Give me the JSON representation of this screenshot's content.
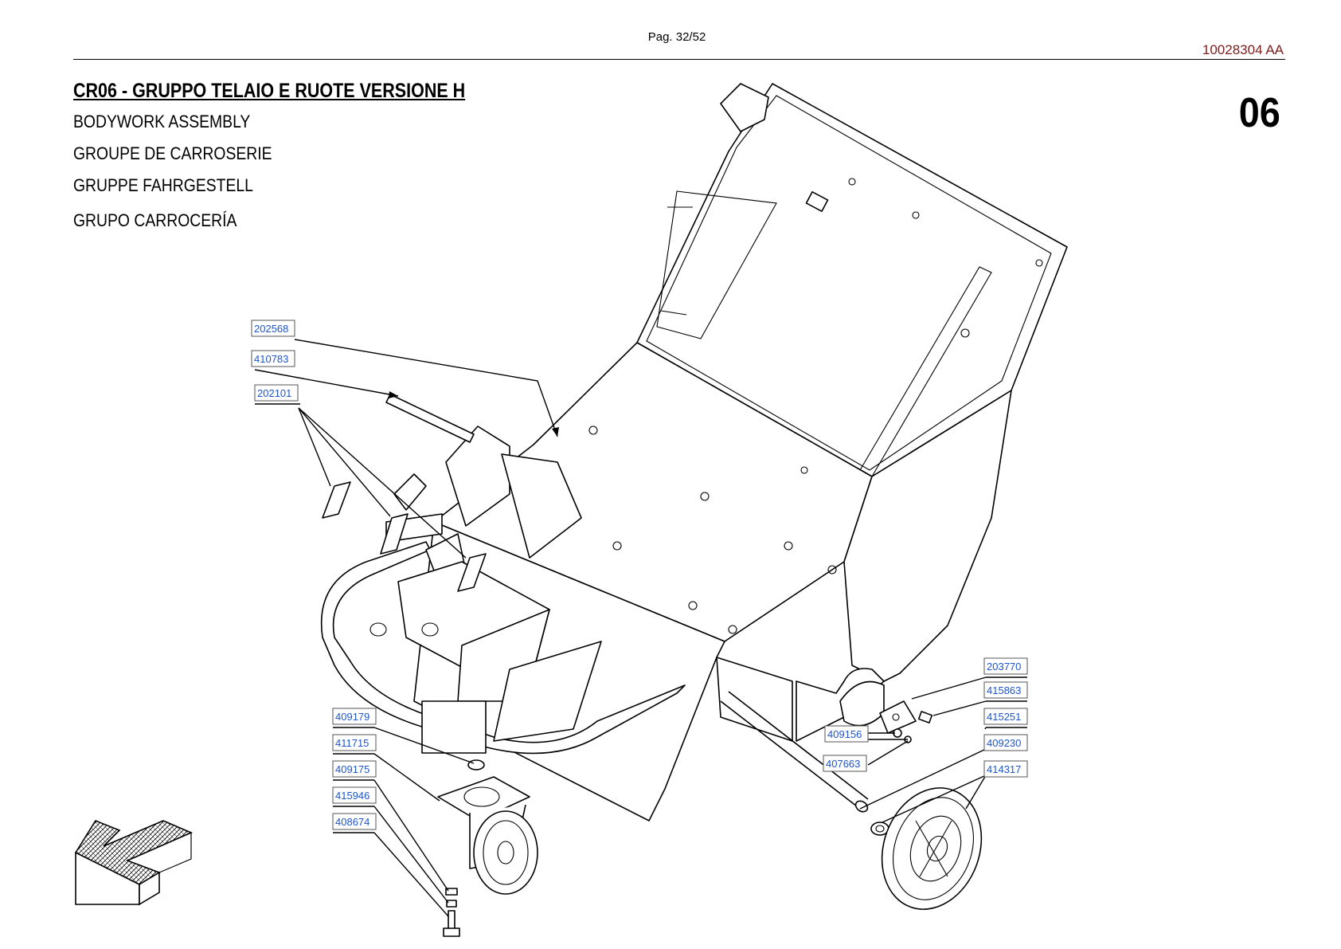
{
  "header": {
    "page": "Pag. 32/52",
    "doc_code": "10028304 AA",
    "section_number": "06"
  },
  "title": {
    "main": "CR06 - GRUPPO TELAIO E RUOTE VERSIONE H",
    "en": "BODYWORK ASSEMBLY",
    "fr": "GROUPE DE CARROSERIE",
    "de": "GRUPPE FAHRGESTELL",
    "es": "GRUPO CARROCERÍA"
  },
  "part_labels": [
    {
      "id": "p202568",
      "code": "202568"
    },
    {
      "id": "p410783",
      "code": "410783"
    },
    {
      "id": "p202101",
      "code": "202101"
    },
    {
      "id": "p409179",
      "code": "409179"
    },
    {
      "id": "p411715",
      "code": "411715"
    },
    {
      "id": "p409175",
      "code": "409175"
    },
    {
      "id": "p415946",
      "code": "415946"
    },
    {
      "id": "p408674",
      "code": "408674"
    },
    {
      "id": "p409156",
      "code": "409156"
    },
    {
      "id": "p407663",
      "code": "407663"
    },
    {
      "id": "p203770",
      "code": "203770"
    },
    {
      "id": "p415863",
      "code": "415863"
    },
    {
      "id": "p415251",
      "code": "415251"
    },
    {
      "id": "p409230",
      "code": "409230"
    },
    {
      "id": "p414317",
      "code": "414317"
    }
  ],
  "colors": {
    "label_text": "#1f55c8",
    "doc_code": "#7a1c1c"
  },
  "icons": {
    "nav": "back-arrow-icon"
  }
}
